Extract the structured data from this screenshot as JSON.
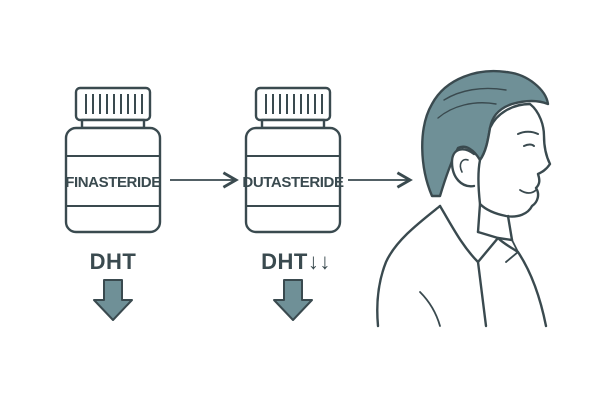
{
  "step1": {
    "drug_name": "FINASTERIDE",
    "effect_label": "DHT",
    "icon": "pill-bottle-icon"
  },
  "step2": {
    "drug_name": "DUTASTERIDE",
    "effect_label": "DHT↓↓",
    "icon": "pill-bottle-icon"
  },
  "result": {
    "icon": "man-profile-icon"
  },
  "colors": {
    "stroke": "#3a4a4f",
    "hair": "#6f9097",
    "arrow_fill": "#6f9097",
    "background": "#ffffff"
  }
}
